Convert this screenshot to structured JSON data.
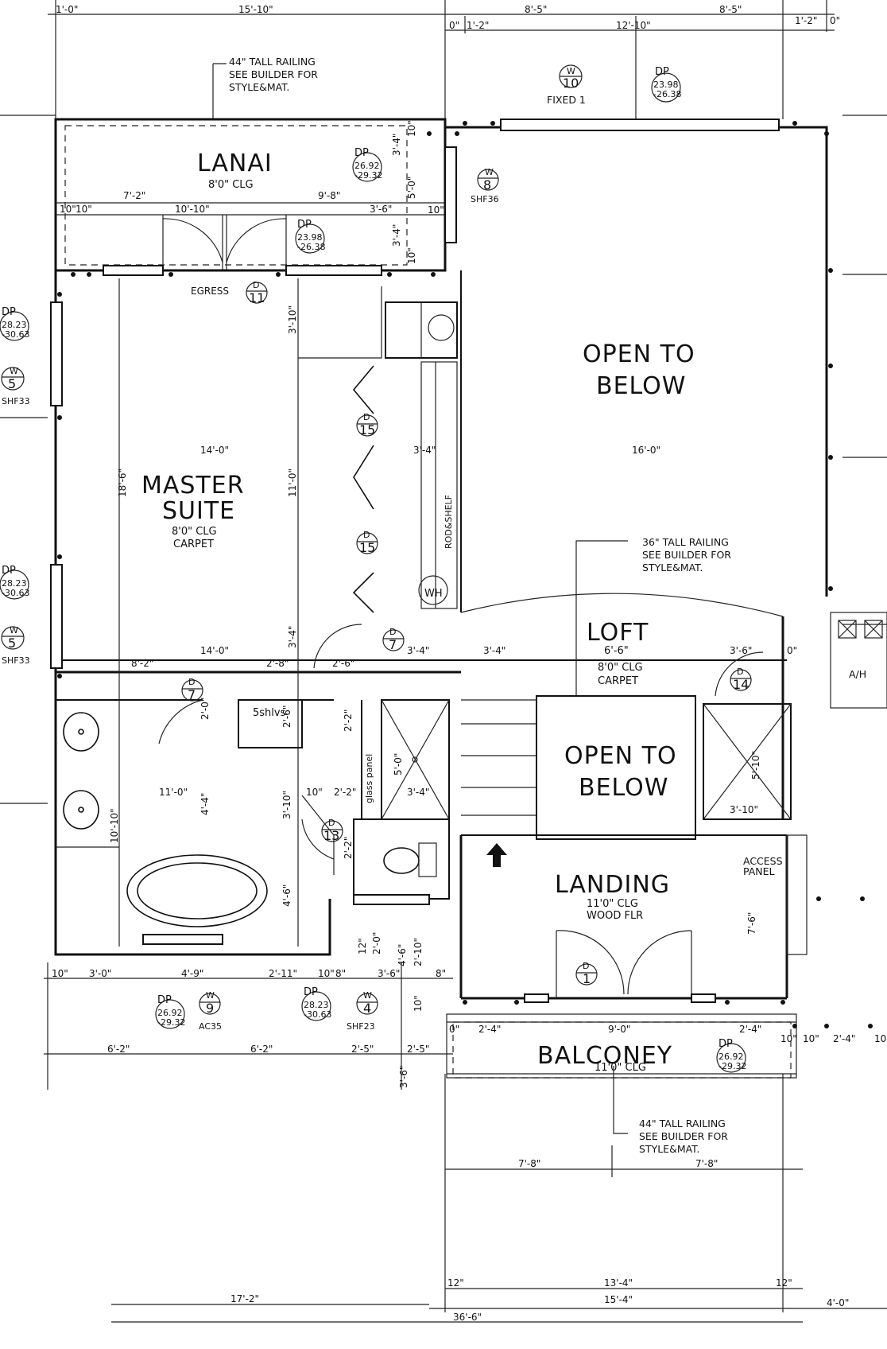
{
  "rooms": {
    "lanai": {
      "name": "LANAI",
      "ceiling": "8'0\" CLG"
    },
    "master": {
      "name1": "MASTER",
      "name2": "SUITE",
      "ceiling": "8'0\" CLG",
      "floor": "CARPET"
    },
    "open1": {
      "line1": "OPEN TO",
      "line2": "BELOW"
    },
    "open2": {
      "line1": "OPEN TO",
      "line2": "BELOW"
    },
    "loft": {
      "name": "LOFT",
      "size": "6'-6\"",
      "ceiling": "8'0\" CLG",
      "floor": "CARPET"
    },
    "landing": {
      "name": "LANDING",
      "ceiling": "11'0\" CLG",
      "floor": "WOOD FLR"
    },
    "balcony": {
      "name": "BALCONEY",
      "ceiling": "11'0\" CLG"
    }
  },
  "notes": {
    "railing_top": [
      "44\" TALL RAILING",
      "SEE BUILDER FOR",
      "STYLE&MAT."
    ],
    "railing_mid": [
      "36\" TALL RAILING",
      "SEE BUILDER FOR",
      "STYLE&MAT."
    ],
    "railing_bottom": [
      "44\" TALL RAILING",
      "SEE BUILDER FOR",
      "STYLE&MAT."
    ],
    "egress": "EGRESS",
    "fixed": "FIXED 1",
    "rod_shelf": "ROD&SHELF",
    "wh": "WH",
    "shelves": "5shlvs",
    "glass_panel": "glass panel",
    "access": [
      "ACCESS",
      "PANEL"
    ],
    "ah": "A/H"
  },
  "tags": {
    "w10": {
      "letter": "W",
      "num": "10"
    },
    "w8": {
      "letter": "W",
      "num": "8",
      "code": "SHF36"
    },
    "w5a": {
      "letter": "W",
      "num": "5",
      "code": "SHF33"
    },
    "w5b": {
      "letter": "W",
      "num": "5",
      "code": "SHF33"
    },
    "w9": {
      "letter": "W",
      "num": "9",
      "code": "AC35"
    },
    "w4": {
      "letter": "W",
      "num": "4",
      "code": "SHF23"
    },
    "d11": {
      "letter": "D",
      "num": "11"
    },
    "d15a": {
      "letter": "D",
      "num": "15"
    },
    "d15b": {
      "letter": "D",
      "num": "15"
    },
    "d7a": {
      "letter": "D",
      "num": "7"
    },
    "d7b": {
      "letter": "D",
      "num": "7"
    },
    "d14": {
      "letter": "D",
      "num": "14"
    },
    "d13": {
      "letter": "D",
      "num": "13"
    },
    "d1": {
      "letter": "D",
      "num": "1"
    },
    "dp1": {
      "label": "DP",
      "a": "23.98",
      "b": "-26.38"
    },
    "dp2": {
      "label": "DP",
      "a": "26.92",
      "b": "-29.32"
    },
    "dp3": {
      "label": "DP",
      "a": "23.98",
      "b": "-26.38"
    },
    "dp4": {
      "label": "DP",
      "a": "28.23",
      "b": "-30.63"
    },
    "dp5": {
      "label": "DP",
      "a": "28.23",
      "b": "-30.63"
    },
    "dp6": {
      "label": "DP",
      "a": "26.92",
      "b": "-29.32"
    },
    "dp7": {
      "label": "DP",
      "a": "28.23",
      "b": "-30.63"
    },
    "dp8": {
      "label": "DP",
      "a": "26.92",
      "b": "-29.32"
    }
  },
  "dims": {
    "top_a": "1'-0\"",
    "top_b": "15'-10\"",
    "top_c": "8'-5\"",
    "top_d": "8'-5\"",
    "top_e": "1'-2\"",
    "top_f": "0\"",
    "top_g": "1'-2\"",
    "top_h": "12'-10\"",
    "top_i": "0\"",
    "lanai_l": "7'-2\"",
    "lanai_r": "9'-8\"",
    "lanai_10a": "10\"",
    "lanai_10b": "10\"",
    "lanai_mid": "10'-10\"",
    "v34a": "3'-4\"",
    "v34b": "3'-4\"",
    "v36": "3'-6\"",
    "v50": "5'-0\"",
    "v10a": "10\"",
    "v10b": "10\"",
    "v10c": "10\"",
    "v310a": "3'-10\"",
    "v110": "11'-0\"",
    "v186": "18'-6\"",
    "v34c": "3'-4\"",
    "h140a": "14'-0\"",
    "h34a": "3'-4\"",
    "h160": "16'-0\"",
    "h140b": "14'-0\"",
    "h82": "8'-2\"",
    "h28": "2'-8\"",
    "h26": "2'-6\"",
    "h34b": "3'-4\"",
    "h34c": "3'-4\"",
    "h36b": "3'-6\"",
    "h0b": "0\"",
    "v20": "2'-0\"",
    "v26": "2'-6\"",
    "v22a": "2'-2\"",
    "v44": "4'-4\"",
    "v310b": "3'-10\"",
    "v46": "4'-6\"",
    "v22b": "2'-2\"",
    "h110": "11'-0\"",
    "v1010": "10'-10\"",
    "h10c": "10\"",
    "h22": "2'-2\"",
    "v50b": "5'-0\"",
    "h34d": "3'-4\"",
    "v510": "5'-10\"",
    "h310": "3'-10\"",
    "v76": "7'-6\"",
    "v36c": "3'-6\"",
    "v8": "8\"",
    "b_10": "10\"",
    "b_30": "3'-0\"",
    "b_49": "4'-9\"",
    "b_211": "2'-11\"",
    "b_10b": "10\"",
    "b_8": "8\"",
    "b_36": "3'-6\"",
    "b_8b": "8\"",
    "b_62a": "6'-2\"",
    "b_62b": "6'-2\"",
    "b_25a": "2'-5\"",
    "b_25b": "2'-5\"",
    "v12": "12\"",
    "v20b": "2'-0\"",
    "v46b": "4'-6\"",
    "v210": "2'-10\"",
    "v10d": "10\"",
    "v36d": "3'-6\"",
    "bal_0": "0\"",
    "bal_24a": "2'-4\"",
    "bal_90": "9'-0\"",
    "bal_24b": "2'-4\"",
    "bal_10a": "10\"",
    "bal_10b": "10\"",
    "bal_24c": "2'-4\"",
    "bal_10c": "10\"",
    "bal_78a": "7'-8\"",
    "bal_78b": "7'-8\"",
    "bot_12a": "12\"",
    "bot_134": "13'-4\"",
    "bot_12b": "12\"",
    "bot_154": "15'-4\"",
    "bot_172": "17'-2\"",
    "bot_366": "36'-6\"",
    "bot_40": "4'-0\""
  }
}
